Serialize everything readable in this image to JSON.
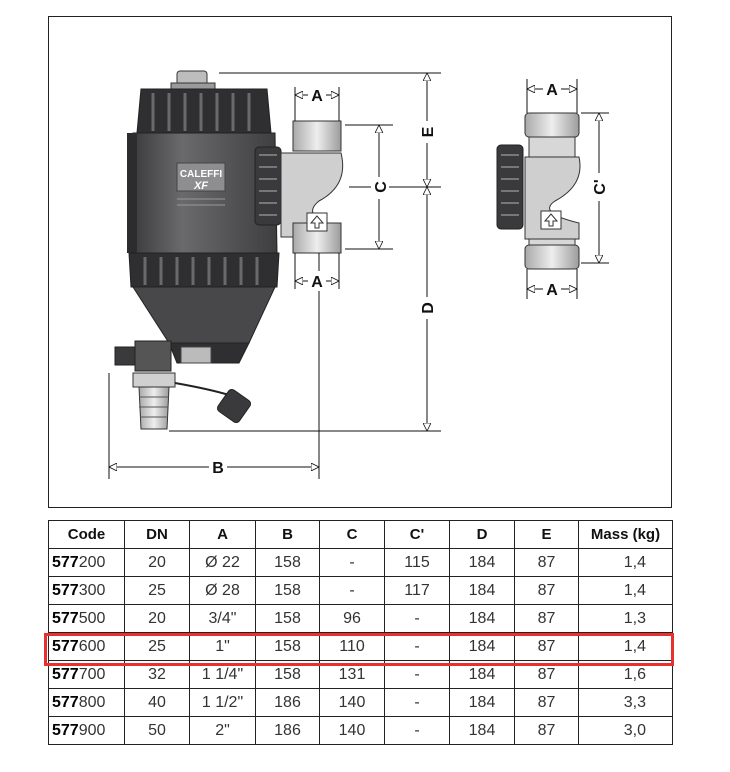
{
  "drawing": {
    "brand": "CALEFFI",
    "model": "XF",
    "dimension_labels": {
      "a_side_top": "A",
      "a_side_bottom": "A",
      "a_front_top": "A",
      "a_front_bottom": "A",
      "b": "B",
      "c": "C",
      "c_prime": "C'",
      "d": "D",
      "e": "E"
    }
  },
  "table": {
    "headers": [
      "Code",
      "DN",
      "A",
      "B",
      "C",
      "C'",
      "D",
      "E",
      "Mass (kg)"
    ],
    "rows": [
      {
        "code_prefix": "577",
        "code_suffix": "200",
        "dn": "20",
        "a": "Ø 22",
        "b": "158",
        "c": "-",
        "c_prime": "115",
        "d": "184",
        "e": "87",
        "mass": "1,4"
      },
      {
        "code_prefix": "577",
        "code_suffix": "300",
        "dn": "25",
        "a": "Ø 28",
        "b": "158",
        "c": "-",
        "c_prime": "117",
        "d": "184",
        "e": "87",
        "mass": "1,4"
      },
      {
        "code_prefix": "577",
        "code_suffix": "500",
        "dn": "20",
        "a": "3/4\"",
        "b": "158",
        "c": "96",
        "c_prime": "-",
        "d": "184",
        "e": "87",
        "mass": "1,3"
      },
      {
        "code_prefix": "577",
        "code_suffix": "600",
        "dn": "25",
        "a": "1\"",
        "b": "158",
        "c": "110",
        "c_prime": "-",
        "d": "184",
        "e": "87",
        "mass": "1,4"
      },
      {
        "code_prefix": "577",
        "code_suffix": "700",
        "dn": "32",
        "a": "1 1/4\"",
        "b": "158",
        "c": "131",
        "c_prime": "-",
        "d": "184",
        "e": "87",
        "mass": "1,6"
      },
      {
        "code_prefix": "577",
        "code_suffix": "800",
        "dn": "40",
        "a": "1 1/2\"",
        "b": "186",
        "c": "140",
        "c_prime": "-",
        "d": "184",
        "e": "87",
        "mass": "3,3"
      },
      {
        "code_prefix": "577",
        "code_suffix": "900",
        "dn": "50",
        "a": "2\"",
        "b": "186",
        "c": "140",
        "c_prime": "-",
        "d": "184",
        "e": "87",
        "mass": "3,0"
      }
    ]
  },
  "highlight": {
    "row_index": 3,
    "color": "#e8312d"
  },
  "colors": {
    "body_dark": "#4a4a4c",
    "body_mid": "#5c5c5e",
    "brass_light": "#d9d9d9",
    "line": "#111111"
  }
}
